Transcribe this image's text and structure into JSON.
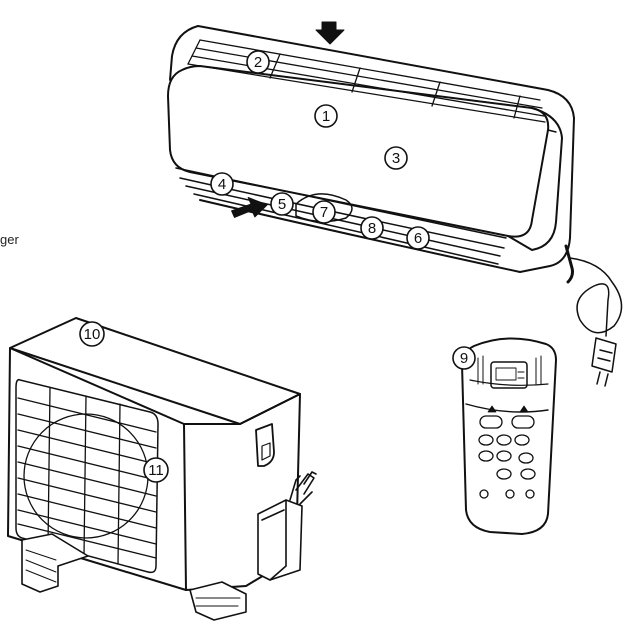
{
  "side_label": "ger",
  "callouts": [
    {
      "id": "1",
      "label": "1"
    },
    {
      "id": "2",
      "label": "2"
    },
    {
      "id": "3",
      "label": "3"
    },
    {
      "id": "4",
      "label": "4"
    },
    {
      "id": "5",
      "label": "5"
    },
    {
      "id": "6",
      "label": "6"
    },
    {
      "id": "7",
      "label": "7"
    },
    {
      "id": "8",
      "label": "8"
    },
    {
      "id": "9",
      "label": "9"
    },
    {
      "id": "10",
      "label": "10"
    },
    {
      "id": "11",
      "label": "11"
    }
  ]
}
